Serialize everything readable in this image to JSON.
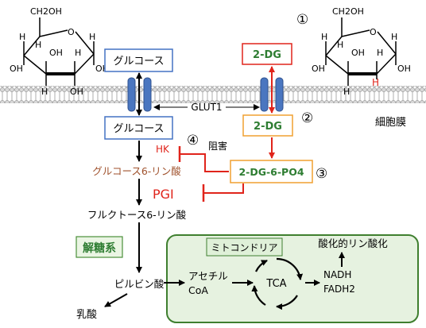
{
  "labels": {
    "ch2oh_left": "CH2OH",
    "ch2oh_right": "CH2OH",
    "oh": "OH",
    "o": "O",
    "h": "H",
    "glucose_out": "グルコース",
    "glucose_in": "グルコース",
    "two_dg_out": "2-DG",
    "two_dg_in": "2-DG",
    "glut1": "GLUT1",
    "cell_membrane": "細胞膜",
    "hk": "HK",
    "inhibition": "阻害",
    "g6p": "グルコース6-リン酸",
    "two_dg_6_po4": "2-DG-6-PO4",
    "pgi": "PGI",
    "f6p": "フルクトース6-リン酸",
    "glycolysis": "解糖系",
    "pyruvate": "ピルビン酸",
    "lactate": "乳酸",
    "mitochondria": "ミトコンドリア",
    "acetyl_line1": "アセチル",
    "acetyl_line2": "CoA",
    "tca": "TCA",
    "nadh": "NADH",
    "fadh2": "FADH2",
    "oxphos": "酸化的リン酸化",
    "step1": "①",
    "step2": "②",
    "step3": "③",
    "step4": "④"
  },
  "colors": {
    "blue": "#4472c4",
    "red": "#e0241b",
    "green": "#2e7d32",
    "brown": "#a0522d",
    "orange_border": "#f0a030",
    "mito_fill": "#e6f2e0",
    "mito_border": "#3f7f2f",
    "glycolysis_fill": "#eaf5e3",
    "membrane": "#9a9a9a"
  }
}
